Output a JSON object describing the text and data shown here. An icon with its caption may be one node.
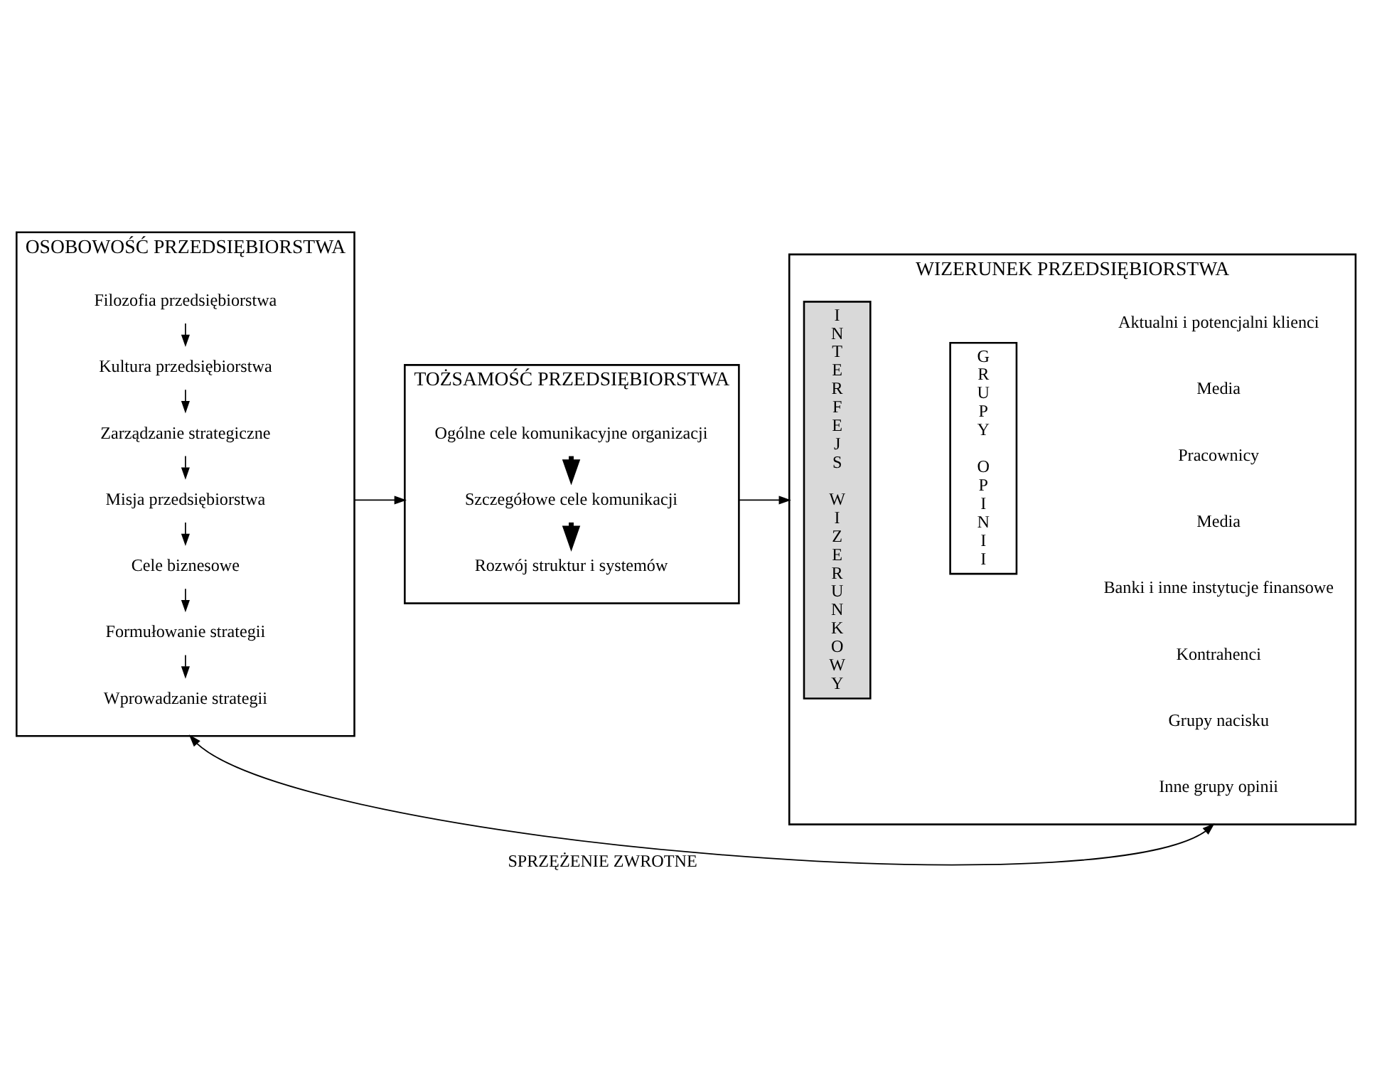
{
  "diagram": {
    "nodes": [
      {
        "text": [
          "OSOBOWOŚĆ PRZEDSIĘBIORSTWA"
        ]
      },
      {
        "text": [
          "Filozofia przedsiębiorstwa"
        ],
        "in": 0
      },
      {
        "text": [
          "Kultura przedsiębiorstwa"
        ],
        "in": 0
      },
      {
        "text": [
          "Zarządzanie strategiczne"
        ],
        "in": 0
      },
      {
        "text": [
          "Misja przedsiębiorstwa"
        ],
        "in": 0
      },
      {
        "text": [
          "Cele biznesowe"
        ],
        "in": 0
      },
      {
        "text": [
          "Formułowanie strategii"
        ],
        "in": 0
      },
      {
        "text": [
          "Wprowadzanie strategii"
        ],
        "in": 0
      },
      {
        "text": [
          "TOŻSAMOŚĆ PRZEDSIĘBIORSTWA"
        ]
      },
      {
        "text": [
          "Ogólne cele komunikacyjne organizacji"
        ],
        "in": 8
      },
      {
        "text": [
          "Szczegółowe cele komunikacji"
        ],
        "in": 8
      },
      {
        "text": [
          "Rozwój struktur i systemów"
        ],
        "in": 8
      },
      {
        "text": [
          "WIZERUNEK PRZEDSIĘBIORSTWA"
        ]
      },
      {
        "text": [
          "INTERFEJS WIZERUNKOWY"
        ],
        "in": 12
      },
      {
        "text": [
          "GRUPY OPINII"
        ],
        "in": 12
      },
      {
        "text": [
          "Aktualni i potencjalni klienci"
        ],
        "in": 12
      },
      {
        "text": [
          "Media"
        ],
        "in": 12
      },
      {
        "text": [
          "Pracownicy"
        ],
        "in": 12
      },
      {
        "text": [
          "Media"
        ],
        "in": 12
      },
      {
        "text": [
          "Banki i inne instytucje finansowe"
        ],
        "in": 12
      },
      {
        "text": [
          "Kontrahenci"
        ],
        "in": 12
      },
      {
        "text": [
          "Grupy nacisku"
        ],
        "in": 12
      },
      {
        "text": [
          "Inne grupy opinii"
        ],
        "in": 12
      }
    ],
    "edges": [
      {
        "from": 1,
        "to": 2,
        "arrow": "to"
      },
      {
        "from": 2,
        "to": 3,
        "arrow": "to"
      },
      {
        "from": 3,
        "to": 4,
        "arrow": "to"
      },
      {
        "from": 4,
        "to": 5,
        "arrow": "to"
      },
      {
        "from": 5,
        "to": 6,
        "arrow": "to"
      },
      {
        "from": 6,
        "to": 7,
        "arrow": "to"
      },
      {
        "from": 9,
        "to": 10,
        "arrow": "to",
        "style": "thick"
      },
      {
        "from": 10,
        "to": 11,
        "arrow": "to",
        "style": "thick"
      },
      {
        "from": 0,
        "to": 8,
        "arrow": "to"
      },
      {
        "from": 8,
        "to": 12,
        "arrow": "to"
      },
      {
        "from": 12,
        "to": 0,
        "arrow": "both",
        "label": "SPRZĘŻENIE ZWROTNE"
      }
    ]
  }
}
